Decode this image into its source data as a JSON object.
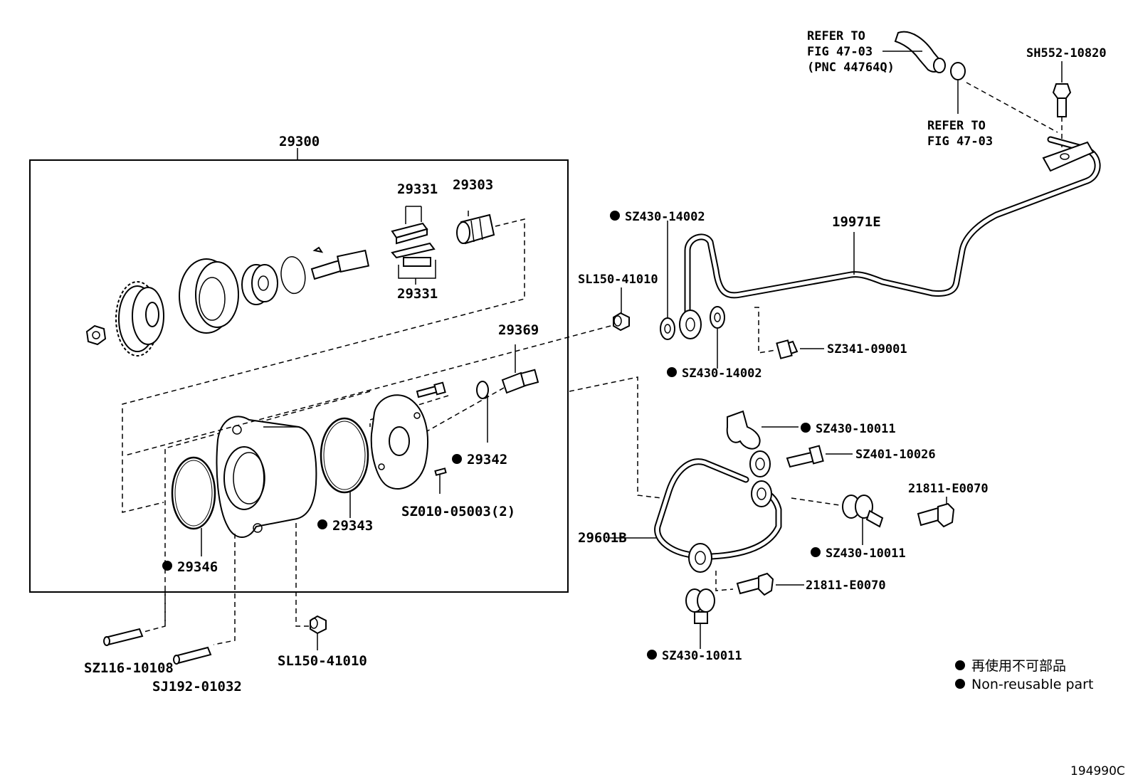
{
  "diagram": {
    "figure_id": "194990C",
    "assembly": {
      "number": "29300",
      "parts": {
        "p29331_top": "29331",
        "p29331_bottom": "29331",
        "p29303": "29303",
        "p29369": "29369",
        "p29342": "29342",
        "pSZ010": "SZ010-05003(2)",
        "p29343": "29343",
        "p29346": "29346"
      }
    },
    "outer_parts": {
      "refer1_line1": "REFER TO",
      "refer1_line2": "FIG 47-03",
      "refer1_line3": "(PNC 44764Q)",
      "refer2_line1": "REFER TO",
      "refer2_line2": "FIG 47-03",
      "sh552": "SH552-10820",
      "sz430_14002_top": "SZ430-14002",
      "p19971E": "19971E",
      "sl150_top": "SL150-41010",
      "sz430_14002_bottom": "SZ430-14002",
      "sz341": "SZ341-09001",
      "sz430_10011_a": "SZ430-10011",
      "sz401": "SZ401-10026",
      "p21811_top": "21811-E0070",
      "p29601B": "29601B",
      "sz430_10011_b": "SZ430-10011",
      "p21811_bottom": "21811-E0070",
      "sz430_10011_c": "SZ430-10011",
      "sz116": "SZ116-10108",
      "sj192": "SJ192-01032",
      "sl150_bottom": "SL150-41010"
    },
    "legend": {
      "line1": "再使用不可部品",
      "line2": "Non-reusable part"
    }
  }
}
